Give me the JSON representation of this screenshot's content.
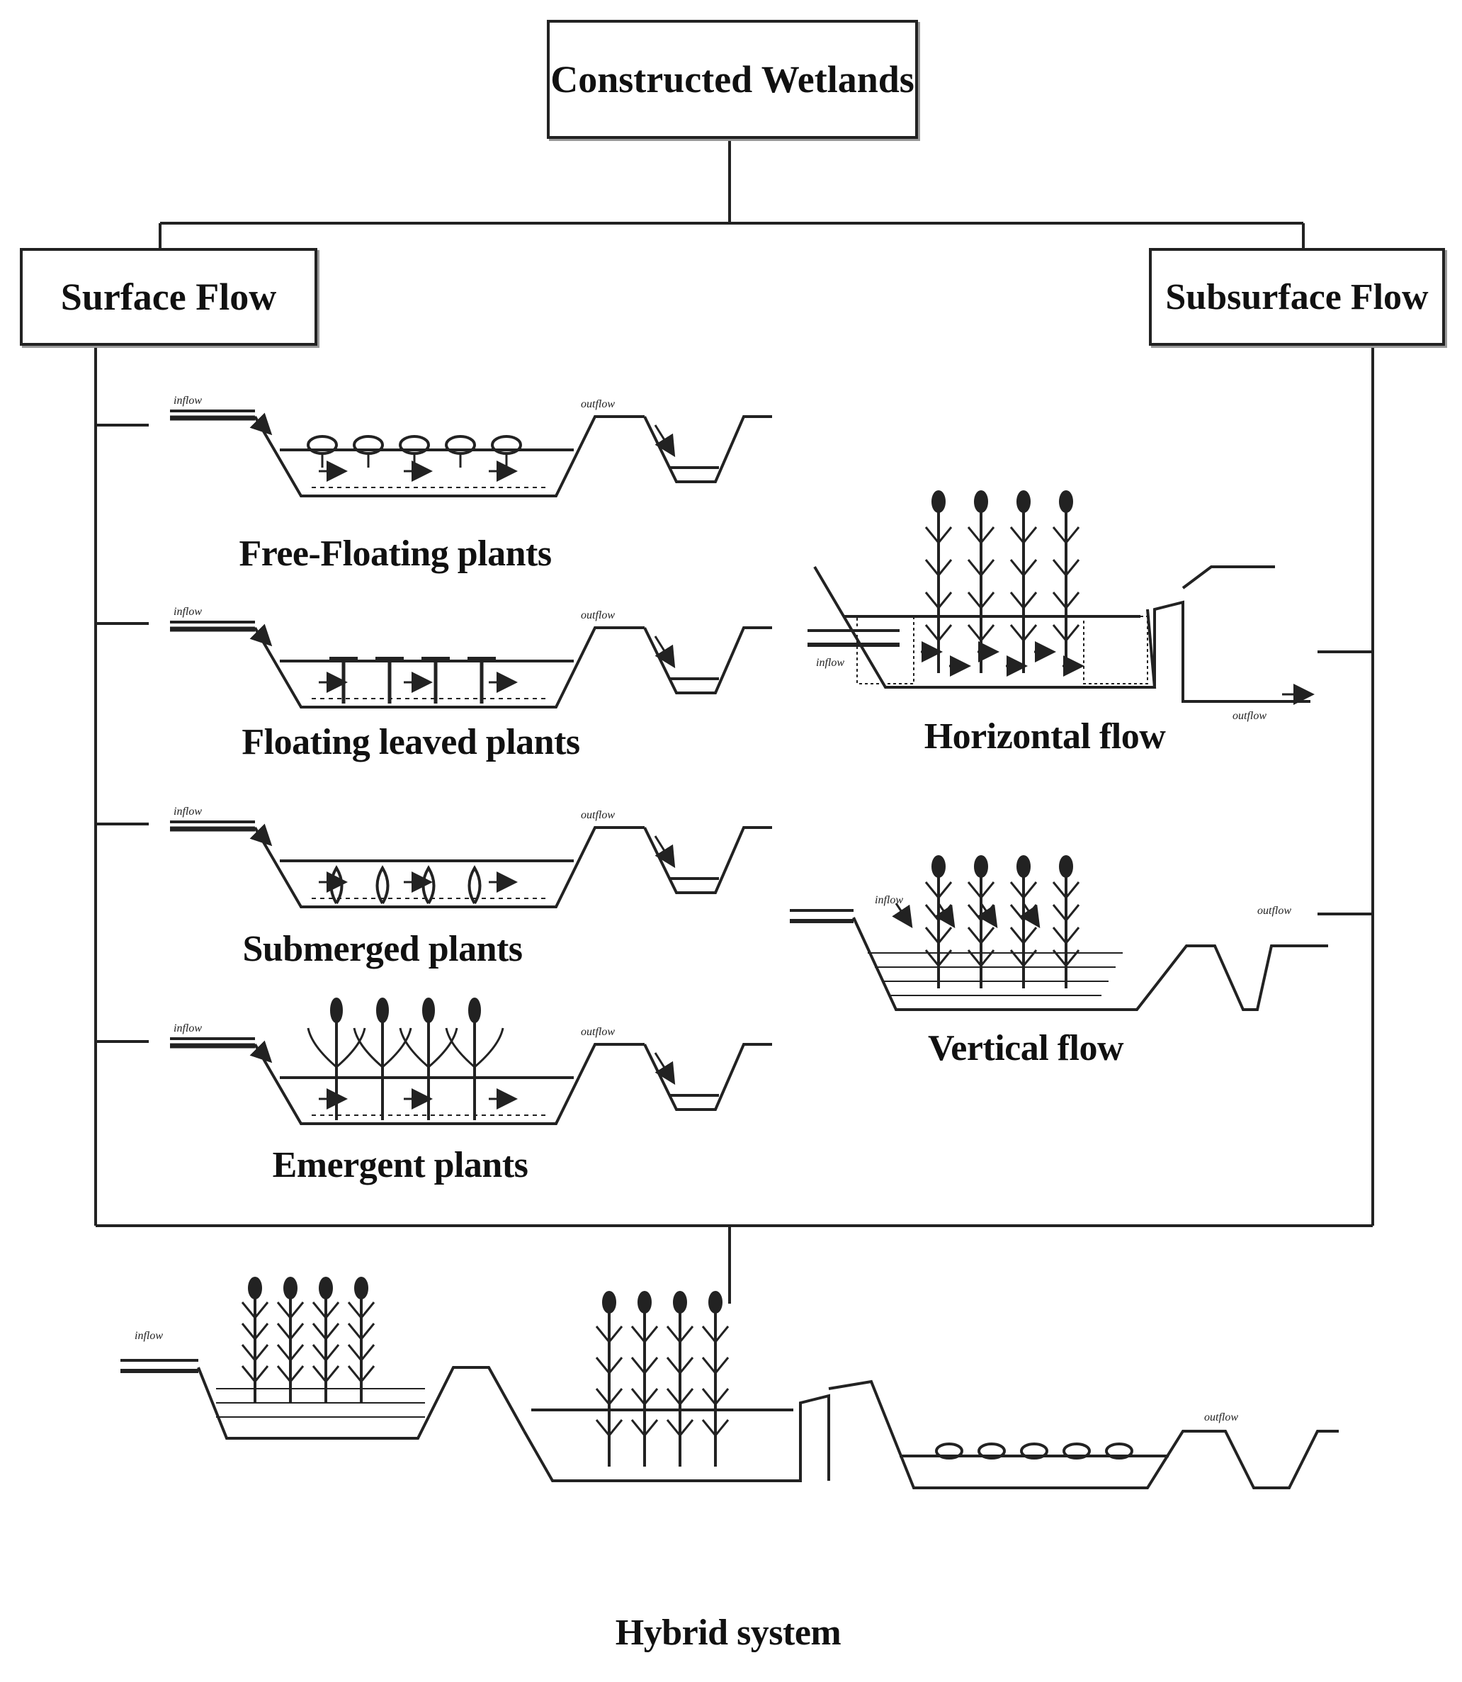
{
  "title": "Constructed Wetlands",
  "branches": {
    "surface": "Surface Flow",
    "subsurface": "Subsurface Flow"
  },
  "surface_types": [
    "Free-Floating plants",
    "Floating leaved plants",
    "Submerged plants",
    "Emergent plants"
  ],
  "subsurface_types": [
    "Horizontal flow",
    "Vertical flow"
  ],
  "combined": "Hybrid system",
  "flow_labels": {
    "inflow": "inflow",
    "outflow": "outflow"
  }
}
